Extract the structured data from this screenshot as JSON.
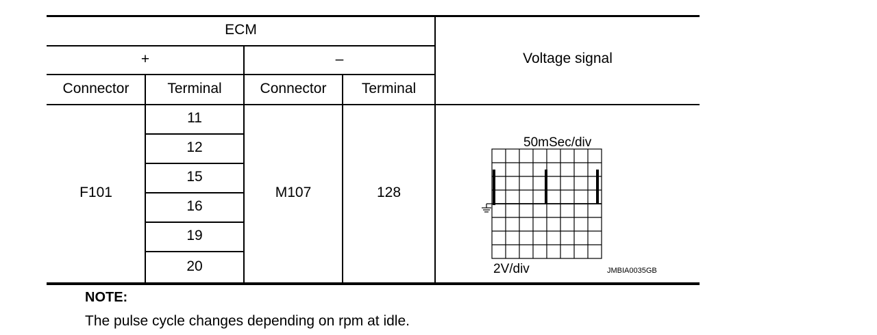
{
  "table": {
    "header": {
      "group": "ECM",
      "plus": "+",
      "minus": "–",
      "voltage_signal": "Voltage signal",
      "col_connector_plus": "Connector",
      "col_terminal_plus": "Terminal",
      "col_connector_minus": "Connector",
      "col_terminal_minus": "Terminal"
    },
    "row": {
      "connector_plus": "F101",
      "terminals_plus": [
        "11",
        "12",
        "15",
        "16",
        "19",
        "20"
      ],
      "connector_minus": "M107",
      "terminal_minus": "128"
    }
  },
  "waveform": {
    "time_scale": "50mSec/div",
    "voltage_scale": "2V/div",
    "figure_id": "JMBIA0035GB"
  },
  "note": {
    "title": "NOTE:",
    "body": "The pulse cycle changes depending on rpm at idle."
  }
}
